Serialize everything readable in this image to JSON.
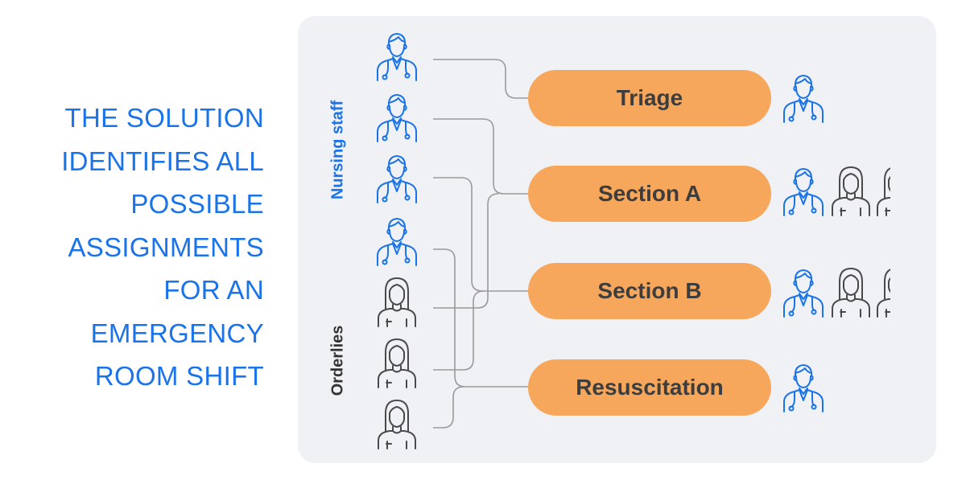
{
  "headline": [
    "THE SOLUTION",
    "IDENTIFIES ALL",
    "POSSIBLE",
    "ASSIGNMENTS",
    "FOR AN",
    "EMERGENCY",
    "ROOM SHIFT"
  ],
  "groups": {
    "nursing": "Nursing staff",
    "orderlies": "Orderlies"
  },
  "sections": [
    "Triage",
    "Section A",
    "Section B",
    "Resuscitation"
  ],
  "staff": [
    "nurse",
    "nurse",
    "nurse",
    "nurse",
    "orderly",
    "orderly",
    "orderly"
  ],
  "assignments": [
    {
      "section": "Triage",
      "staff": [
        "nurse"
      ]
    },
    {
      "section": "Section A",
      "staff": [
        "nurse",
        "orderly",
        "orderly"
      ]
    },
    {
      "section": "Section B",
      "staff": [
        "nurse",
        "orderly",
        "orderly"
      ]
    },
    {
      "section": "Resuscitation",
      "staff": [
        "nurse"
      ]
    }
  ],
  "icons": {
    "nurse": "nurse-icon",
    "orderly": "orderly-icon"
  },
  "colors": {
    "headline": "#1a73e8",
    "panel": "#f0f1f5",
    "pill": "#f6a75c",
    "pill_text": "#3d3d3d",
    "nurse_icon": "#1a73e8",
    "orderly_icon": "#4a4a4a",
    "connector": "#9a9a9a"
  }
}
